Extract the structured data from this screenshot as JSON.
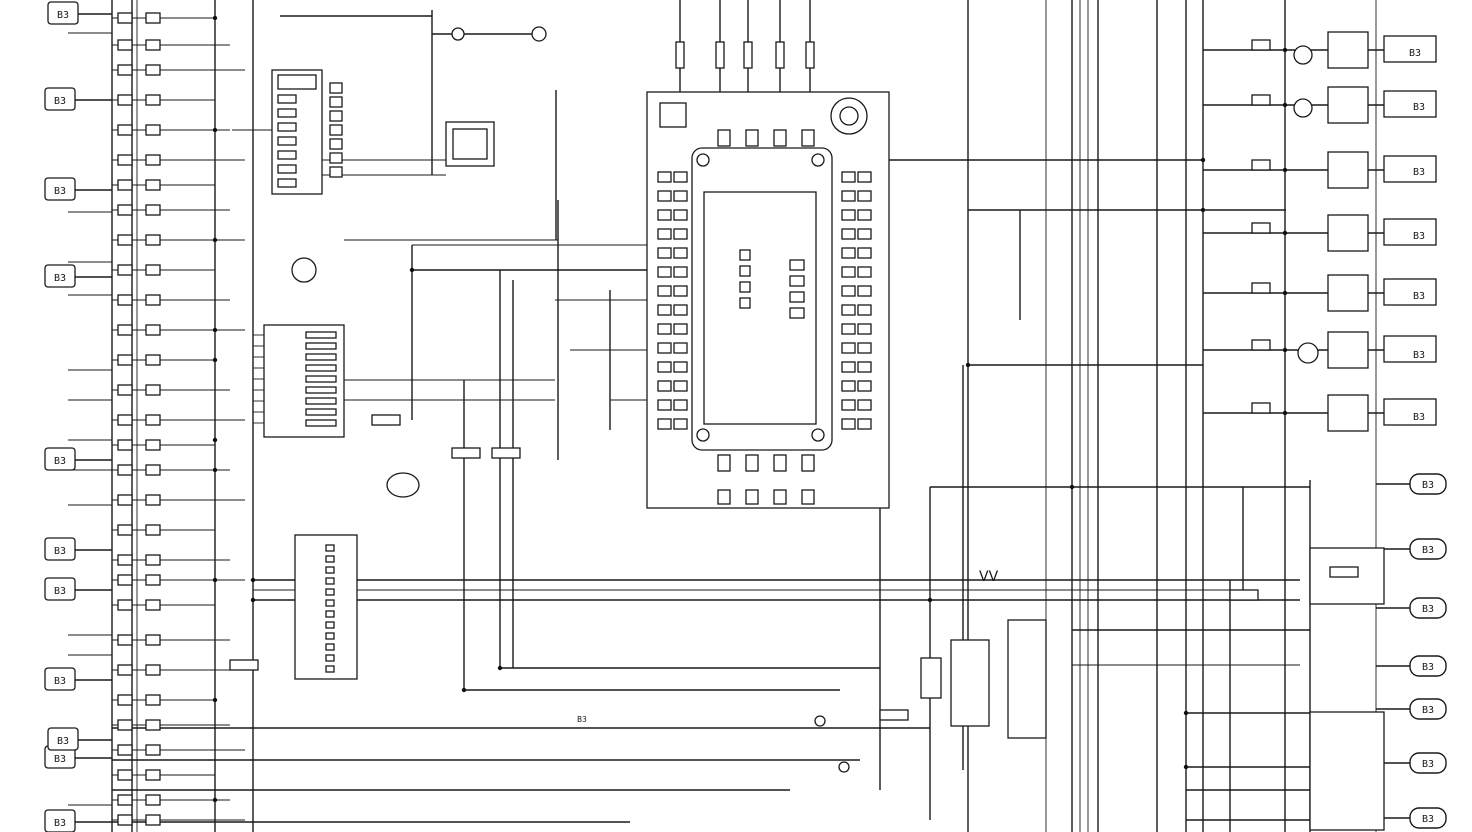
{
  "figure": {
    "kind": "electrical-wiring-schematic",
    "voltage_mark": "VV",
    "colors": {
      "line": "#1a1a1a",
      "background": "#ffffff"
    }
  },
  "labels": {
    "left_column": [
      "B3",
      "B3",
      "B3",
      "B3",
      "B3",
      "B3",
      "B3",
      "B3",
      "B3",
      "B3",
      "B3"
    ],
    "right_column": [
      "B3",
      "B3",
      "B3",
      "B3",
      "B3",
      "B3",
      "B3",
      "B3",
      "B3",
      "B3",
      "B3",
      "B3",
      "B3",
      "B3"
    ],
    "mid": [
      "B3"
    ]
  }
}
